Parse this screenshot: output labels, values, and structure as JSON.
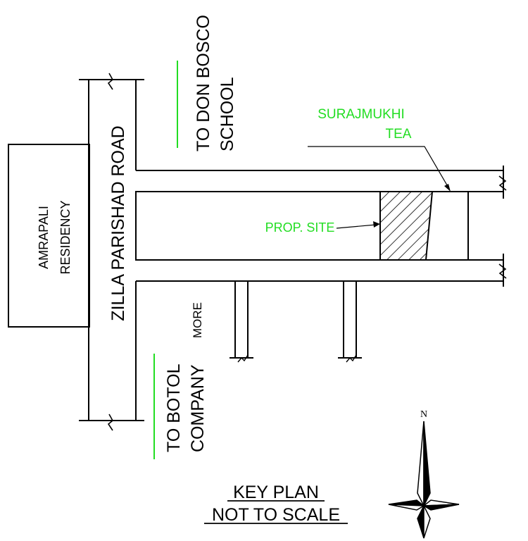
{
  "labels": {
    "amrapali_line1": "AMRAPALI",
    "amrapali_line2": "RESIDENCY",
    "road": "ZILLA  PARISHAD  ROAD",
    "don_bosco_line1": "TO DON BOSCO",
    "don_bosco_line2": "SCHOOL",
    "botol_line1": "TO BOTOL",
    "botol_line2": "COMPANY",
    "more": "MORE",
    "surajmukhi_line1": "SURAJMUKHI",
    "surajmukhi_line2": "TEA",
    "prop_site": "PROP.  SITE",
    "key_plan": "KEY PLAN",
    "not_to_scale": "NOT TO SCALE",
    "north": "N"
  },
  "colors": {
    "line": "#000000",
    "annotation": "#22dd22",
    "background": "#ffffff"
  },
  "icons": {
    "compass": "north-compass-rose-icon"
  }
}
